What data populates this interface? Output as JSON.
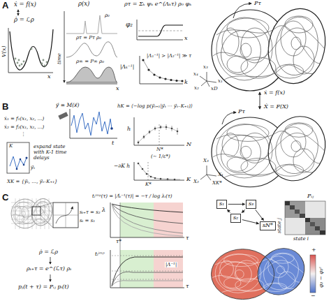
{
  "diagram": {
    "nodes": [
      {
        "text": [
          "s₁"
        ]
      },
      {
        "text": [
          "s₃"
        ]
      },
      {
        "text": [
          "s₂"
        ]
      },
      {
        "text": [
          "sN*"
        ]
      }
    ],
    "edges": [
      {
        "from": 0,
        "to": 1,
        "arrow": "to"
      },
      {
        "from": 1,
        "to": 2,
        "arrow": "to"
      },
      {
        "from": 2,
        "to": 0,
        "arrow": "to"
      },
      {
        "from": 1,
        "to": 3,
        "arrow": "to"
      },
      {
        "from": 2,
        "to": 3,
        "arrow": "to"
      }
    ],
    "labels": [
      "A",
      "ẋ = f(x)",
      "ρ̇ = ℒρ",
      "V(x)",
      "x",
      "ρ(x)",
      "time",
      "ρ₀",
      "ρτ = Pτ ρ₀",
      "ρ∞ = P∞ ρ₀",
      "x",
      "ρτ = Σₖ ψₖ e^(Λₖτ) ρ₀ φₖ",
      "φ₂",
      "x",
      "|Λₖ⁻¹|",
      "|Λ₁⁻¹| > |Λ₂⁻¹| ≫ τ",
      "k",
      "Pτ",
      "x₃",
      "x₄",
      "x₁",
      "x₂",
      "xD",
      "ẋ = f(x)",
      "Ẋ = F(X)",
      "Pτ",
      "X₃",
      "X₁",
      "X₂",
      "XK*",
      "B",
      "ẋ₁ = f₁(x₁, x₂, …)",
      "ẋ₂ = f₂(x₁, x₂, …)",
      "⋮",
      "y⃗ = M(x⃗)",
      "y⃗ₜ",
      "t",
      "K",
      "expand state with K-1 time delays",
      "XK = {y⃗ₜ, …, y⃗ₜ₋K₊₁}",
      "hK = ⟨−log p(y⃗ₜ₊₁|y⃗ₜ ⋯ y⃗ₜ₋K₊₁)⟩",
      "h",
      "N",
      "N*",
      "(~ 1/ε*)",
      "−∂K h",
      "K",
      "K*",
      "C",
      "sₜ₊τ = s₂",
      "sₜ = s₁",
      "ρ̇ = ℒρ",
      "ρₜ₊τ = e^(ℒτ) ρₜ",
      "pⱼ(t + τ) = Pᵢⱼ pᵢ(t)",
      "tᵢⁱᵐᵖ(τ) = |Λ̂ᵢ⁻¹(τ)| = −τ / log λᵢ(τ)",
      "λ",
      "τ*",
      "τ",
      "tᵢⁱᵐᵖ",
      "|Λ⁻¹|",
      "τ",
      "Pᵢⱼ",
      "state j",
      "state i",
      "+",
      "−",
      "φ₂ − φ₂ᶜ"
    ]
  }
}
